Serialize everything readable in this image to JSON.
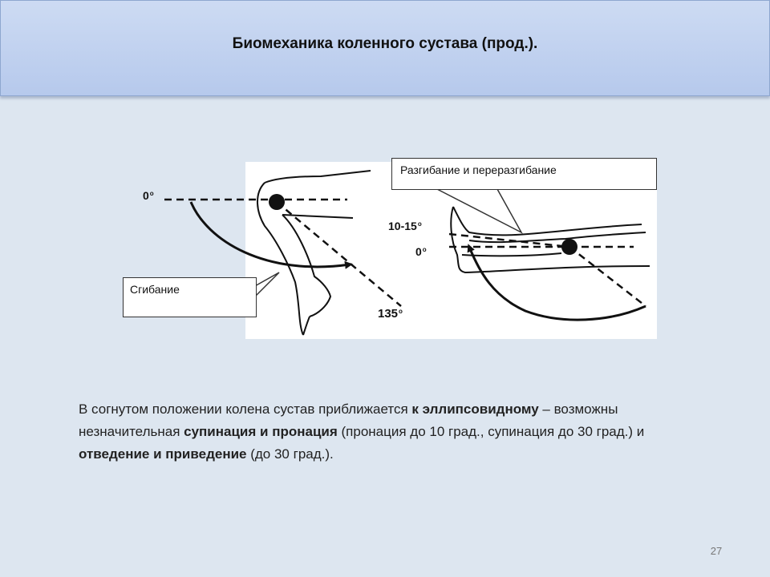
{
  "slide": {
    "title": "Биомеханика коленного сустава (прод.).",
    "page_number": "27"
  },
  "figure": {
    "callout_flexion": "Сгибание",
    "callout_extension": "Разгибание и переразгибание",
    "angles": {
      "flex_start": "0",
      "flex_end": "135",
      "ext_hyper": "10-15",
      "ext_zero": "0",
      "degree_mark": "о"
    }
  },
  "body": {
    "p1": "В согнутом положении колена сустав приближается ",
    "b1": "к эллипсовидному",
    "p2": " – возможны незначительная ",
    "b2": "супинация и пронация",
    "p3": " (пронация до 10 град., супинация до 30 град.) и ",
    "b3": "отведение и приведение",
    "p4": " (до 30 град.)."
  }
}
